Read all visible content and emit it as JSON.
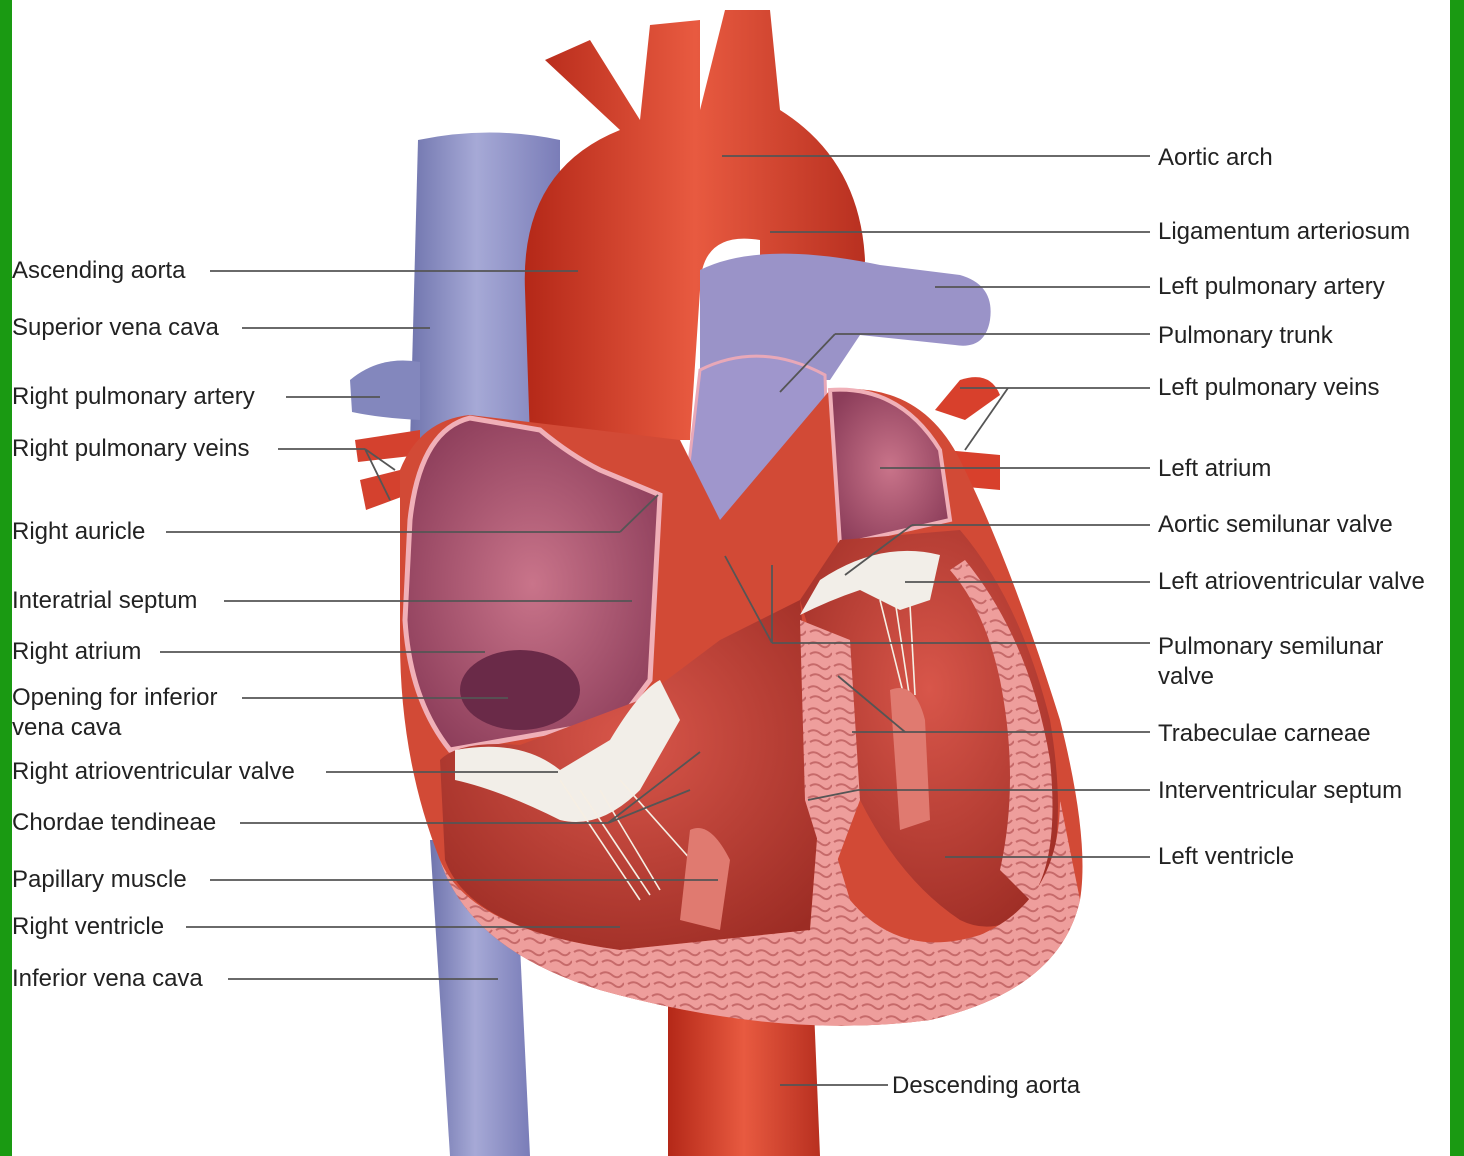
{
  "diagram": {
    "labels_left": [
      {
        "id": "ascending-aorta",
        "text": "Ascending aorta"
      },
      {
        "id": "superior-vena-cava",
        "text": "Superior vena cava"
      },
      {
        "id": "right-pulmonary-artery",
        "text": "Right pulmonary artery"
      },
      {
        "id": "right-pulmonary-veins",
        "text": "Right pulmonary veins"
      },
      {
        "id": "right-auricle",
        "text": "Right auricle"
      },
      {
        "id": "interatrial-septum",
        "text": "Interatrial septum"
      },
      {
        "id": "right-atrium",
        "text": "Right atrium"
      },
      {
        "id": "opening-ivc",
        "text": "Opening for inferior vena cava"
      },
      {
        "id": "right-av-valve",
        "text": "Right atrioventricular valve"
      },
      {
        "id": "chordae-tendineae",
        "text": "Chordae tendineae"
      },
      {
        "id": "papillary-muscle",
        "text": "Papillary muscle"
      },
      {
        "id": "right-ventricle",
        "text": "Right ventricle"
      },
      {
        "id": "inferior-vena-cava",
        "text": "Inferior vena cava"
      }
    ],
    "labels_right": [
      {
        "id": "aortic-arch",
        "text": "Aortic arch"
      },
      {
        "id": "ligamentum-arteriosum",
        "text": "Ligamentum arteriosum"
      },
      {
        "id": "left-pulmonary-artery",
        "text": "Left pulmonary artery"
      },
      {
        "id": "pulmonary-trunk",
        "text": "Pulmonary trunk"
      },
      {
        "id": "left-pulmonary-veins",
        "text": "Left pulmonary veins"
      },
      {
        "id": "left-atrium",
        "text": "Left atrium"
      },
      {
        "id": "aortic-semilunar-valve",
        "text": "Aortic semilunar valve"
      },
      {
        "id": "left-av-valve",
        "text": "Left atrioventricular valve"
      },
      {
        "id": "pulmonary-semilunar-valve",
        "text": "Pulmonary semilunar valve"
      },
      {
        "id": "trabeculae-carneae",
        "text": "Trabeculae carneae"
      },
      {
        "id": "interventricular-septum",
        "text": "Interventricular septum"
      },
      {
        "id": "left-ventricle",
        "text": "Left ventricle"
      }
    ],
    "label_bottom": {
      "id": "descending-aorta",
      "text": "Descending aorta"
    },
    "colors": {
      "frame": "#1a9a12",
      "artery_red": "#d8402c",
      "vein_blue": "#8f93c6",
      "myocardium_pink": "#ec9a98",
      "chamber_dark": "#9a4a68",
      "valve_white": "#f2eee8",
      "leader_line": "#555555"
    }
  }
}
